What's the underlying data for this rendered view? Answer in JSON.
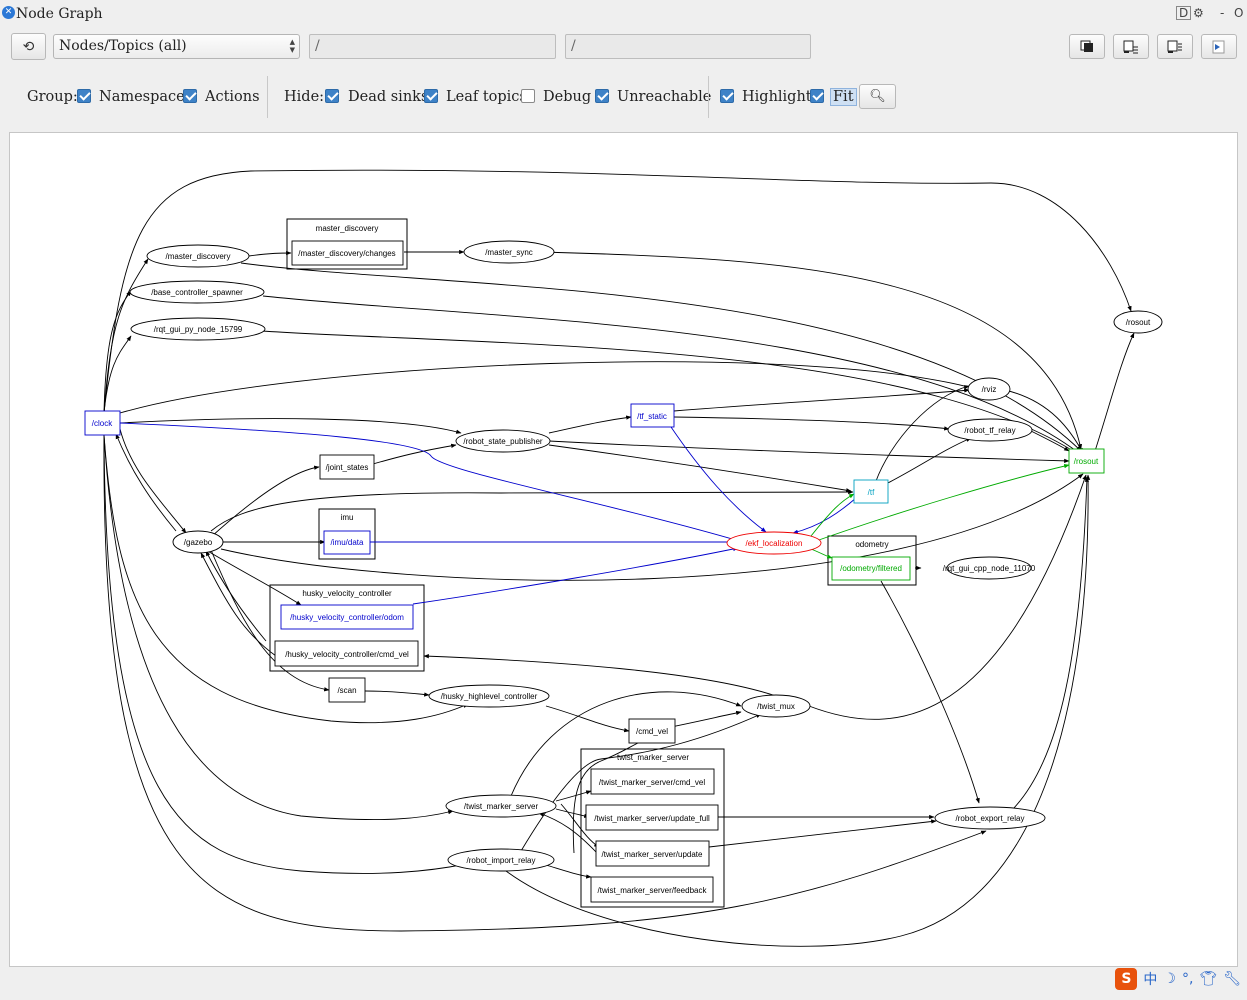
{
  "window": {
    "title": "Node Graph",
    "controls_right": "D",
    "minimize": "-",
    "close": "O"
  },
  "toolbar": {
    "refresh_icon": "refresh-icon",
    "view_mode": "Nodes/Topics (all)",
    "node_filter": "/",
    "topic_filter": "/",
    "right_buttons": [
      "fit-view-icon",
      "save-dot-icon",
      "save-image-icon",
      "screenshot-icon"
    ]
  },
  "options": {
    "group_label": "Group:",
    "group": [
      {
        "label": "Namespaces",
        "checked": true
      },
      {
        "label": "Actions",
        "checked": true
      }
    ],
    "hide_label": "Hide:",
    "hide": [
      {
        "label": "Dead sinks",
        "checked": true
      },
      {
        "label": "Leaf topics",
        "checked": true
      },
      {
        "label": "Debug",
        "checked": false
      },
      {
        "label": "Unreachable",
        "checked": true
      }
    ],
    "highlight": {
      "label": "Highlight",
      "checked": true
    },
    "fit": {
      "label": "Fit",
      "checked": true
    },
    "zoom_icon": "magnifier-icon"
  },
  "graph": {
    "clusters": {
      "master_discovery": "master_discovery",
      "imu": "imu",
      "husky_velocity_controller": "husky_velocity_controller",
      "odometry": "odometry",
      "twist_marker_server": "twist_marker_server"
    },
    "nodes": {
      "master_discovery": "/master_discovery",
      "master_sync": "/master_sync",
      "base_controller_spawner": "/base_controller_spawner",
      "rqt_gui_py": "/rqt_gui_py_node_15799",
      "rosout_node": "/rosout",
      "rviz": "/rviz",
      "robot_state_publisher": "/robot_state_publisher",
      "robot_tf_relay": "/robot_tf_relay",
      "gazebo": "/gazebo",
      "ekf_localization": "/ekf_localization",
      "rqt_gui_cpp": "/rqt_gui_cpp_node_11070",
      "husky_highlevel_controller": "/husky_highlevel_controller",
      "twist_mux": "/twist_mux",
      "twist_marker_server": "/twist_marker_server",
      "robot_import_relay": "/robot_import_relay",
      "robot_export_relay": "/robot_export_relay"
    },
    "topics": {
      "master_discovery_changes": "/master_discovery/changes",
      "clock": "/clock",
      "tf_static": "/tf_static",
      "rosout": "/rosout",
      "joint_states": "/joint_states",
      "tf": "/tf",
      "imu_data": "/imu/data",
      "odometry_filtered": "/odometry/filtered",
      "husky_odom": "/husky_velocity_controller/odom",
      "husky_cmd_vel": "/husky_velocity_controller/cmd_vel",
      "scan": "/scan",
      "cmd_vel": "/cmd_vel",
      "tms_cmd_vel": "/twist_marker_server/cmd_vel",
      "tms_update_full": "/twist_marker_server/update_full",
      "tms_update": "/twist_marker_server/update",
      "tms_feedback": "/twist_marker_server/feedback"
    }
  },
  "tray": {
    "ime_logo": "S",
    "ime_lang": "中",
    "symbols": [
      "moon-icon",
      "degree-icon",
      "shirt-icon",
      "wrench-icon"
    ]
  },
  "colors": {
    "highlight_blue": "#0000cc",
    "ekf_red": "#ee0000",
    "tf_cyan": "#00a0c0",
    "green": "#00aa00",
    "accent": "#3e82c7"
  }
}
